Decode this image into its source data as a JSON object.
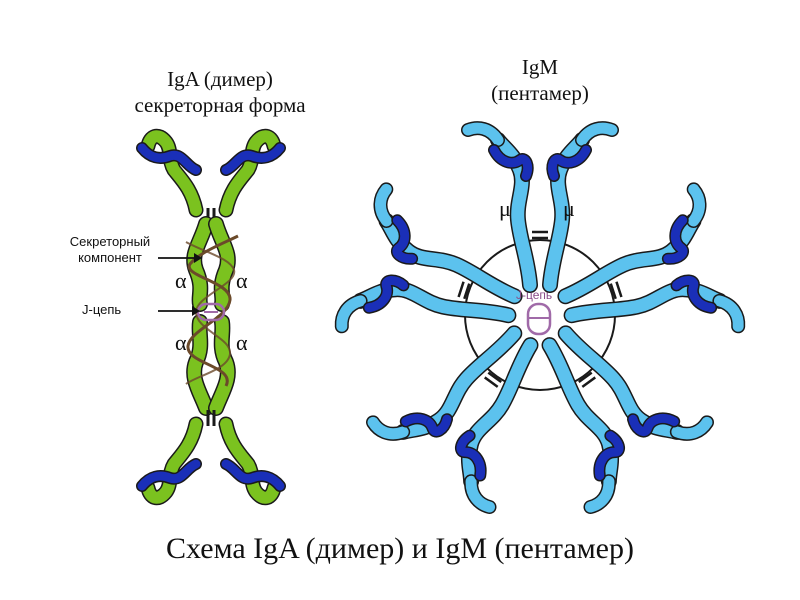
{
  "iga": {
    "title_line1": "IgA (димер)",
    "title_line2": "секреторная форма",
    "secretory_label_line1": "Секреторный",
    "secretory_label_line2": "компонент",
    "j_chain_label": "J-цепь",
    "chain_labels": [
      "α",
      "α",
      "α",
      "α"
    ]
  },
  "igm": {
    "title_line1": "IgM",
    "title_line2": "(пентамер)",
    "chain_labels": [
      "μ",
      "μ"
    ],
    "j_chain_label": "J-цепь"
  },
  "caption": "Схема IgA (димер) и IgM (пентамер)",
  "colors": {
    "iga_heavy": "#7bc21f",
    "light_chain": "#1a2fb8",
    "igm_heavy": "#5cc2ee",
    "outline": "#1a1a1a",
    "secretory_component": "#6b4a2a",
    "j_chain": "#a06aa8"
  }
}
